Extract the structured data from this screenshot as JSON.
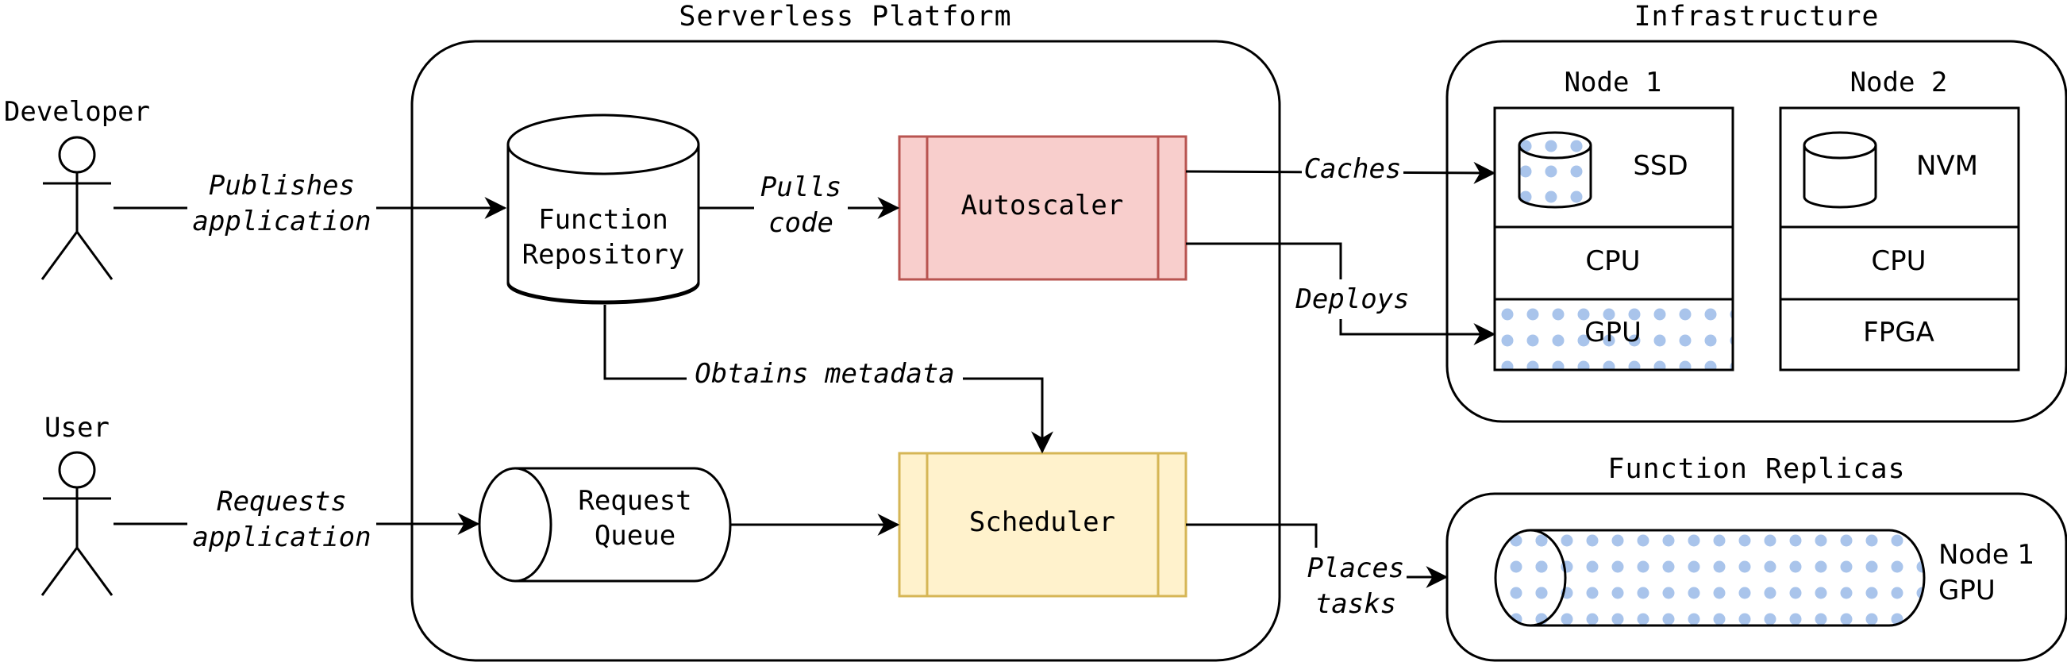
{
  "groups": {
    "platform_title": "Serverless Platform",
    "infrastructure_title": "Infrastructure",
    "replicas_title": "Function Replicas"
  },
  "actors": {
    "developer": "Developer",
    "user": "User"
  },
  "components": {
    "function_repository": [
      "Function",
      "Repository"
    ],
    "autoscaler": "Autoscaler",
    "request_queue": [
      "Request",
      "Queue"
    ],
    "scheduler": "Scheduler"
  },
  "nodes": {
    "node1": {
      "title": "Node 1",
      "storage": "SSD",
      "cpu": "CPU",
      "accel": "GPU"
    },
    "node2": {
      "title": "Node 2",
      "storage": "NVM",
      "cpu": "CPU",
      "accel": "FPGA"
    }
  },
  "replica": [
    "Node 1",
    "GPU"
  ],
  "edges": {
    "publishes": [
      "Publishes",
      "application"
    ],
    "requests": [
      "Requests",
      "application"
    ],
    "pulls": [
      "Pulls",
      "code"
    ],
    "metadata": "Obtains metadata",
    "caches": "Caches",
    "deploys": "Deploys",
    "places": [
      "Places",
      "tasks"
    ]
  },
  "colors": {
    "autoscaler_fill": "#f8cecc",
    "autoscaler_stroke": "#b85450",
    "scheduler_fill": "#fff2cc",
    "scheduler_stroke": "#d6b656",
    "dots": "#a9c4eb"
  }
}
